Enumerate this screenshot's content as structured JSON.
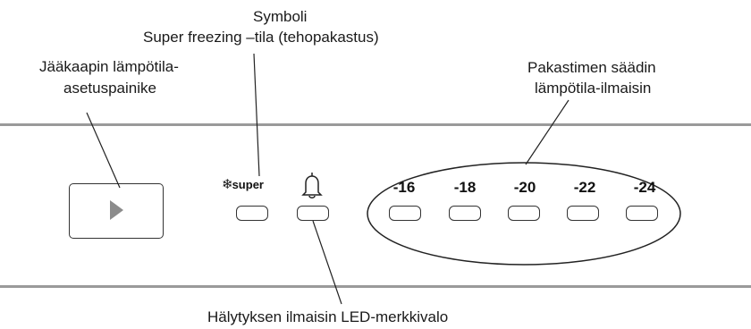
{
  "callouts": {
    "symbol_line1": "Symboli",
    "symbol_line2": "Super freezing –tila (tehopakastus)",
    "fridge_line1": "Jääkaapin lämpötila-",
    "fridge_line2": "asetuspainike",
    "freezer_line1": "Pakastimen säädin",
    "freezer_line2": "lämpötila-ilmaisin",
    "alarm": "Hälytyksen ilmaisin LED-merkkivalo"
  },
  "panel": {
    "super_icon": "snowflake-icon",
    "super_text": "super",
    "alarm_icon": "bell-icon",
    "temperatures": [
      "-16",
      "-18",
      "-20",
      "-22",
      "-24"
    ]
  },
  "colors": {
    "panel_line": "#9a9a9a",
    "play_triangle": "#8c8c8c",
    "outline": "#333333"
  }
}
